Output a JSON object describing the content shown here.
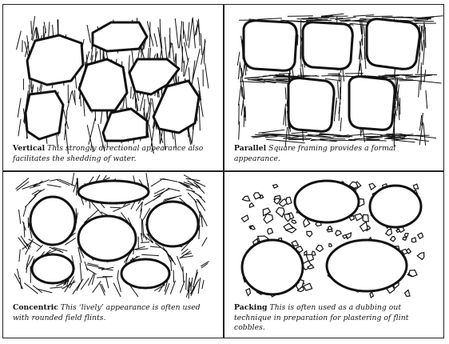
{
  "panels": [
    {
      "id": "vertical",
      "term": "Vertical",
      "description": "This strongly directional appearance also facilitates the shedding of water."
    },
    {
      "id": "parallel",
      "term": "Parallel",
      "description": "Square framing provides a formal appearance."
    },
    {
      "id": "concentric",
      "term": "Concentric",
      "description": "This ‘lively’ appearance is often used with rounded field flints."
    },
    {
      "id": "packing",
      "term": "Packing",
      "description": "This is often used as a dubbing out technique in preparation for plastering of flint cobbles."
    }
  ],
  "colors": {
    "line": "#111111",
    "border": "#222222",
    "background": "#ffffff"
  }
}
